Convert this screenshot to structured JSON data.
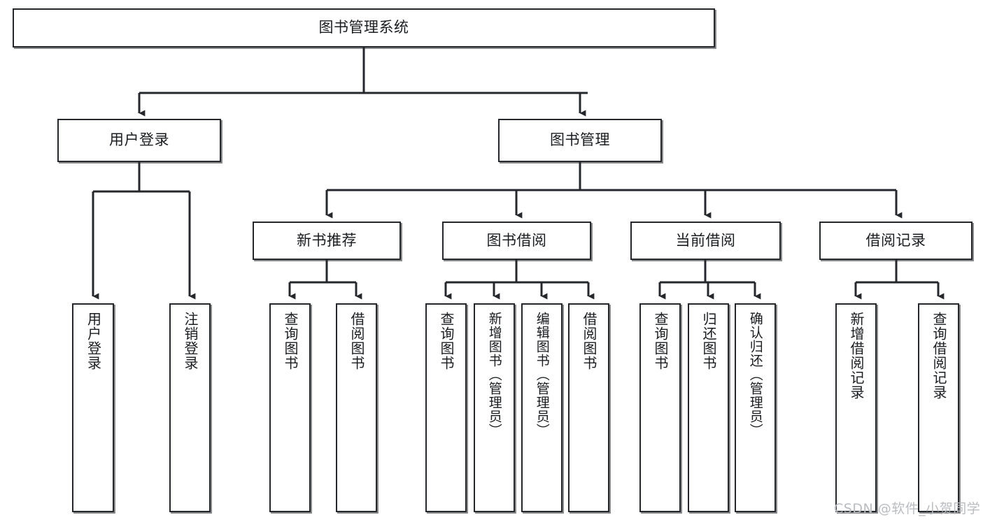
{
  "diagram": {
    "type": "tree-hierarchy-diagram",
    "title": "图书管理系统",
    "orientation": "top-down",
    "line_color": "#24282c",
    "box_fill": "#ffffff",
    "box_border": "#24282c",
    "watermark": "CSDN @软件_小贺同学",
    "levels": 4
  },
  "root": {
    "label": "图书管理系统"
  },
  "level2": {
    "user_login": {
      "label": "用户登录"
    },
    "book_manage": {
      "label": "图书管理"
    }
  },
  "level3": {
    "new_book_rec": {
      "label": "新书推荐"
    },
    "book_borrow": {
      "label": "图书借阅"
    },
    "current_borrow": {
      "label": "当前借阅"
    },
    "borrow_record": {
      "label": "借阅记录"
    }
  },
  "leaves": {
    "user_login": [
      {
        "label": "用户登录"
      },
      {
        "label": "注销登录"
      }
    ],
    "new_book_rec": [
      {
        "label": "查询图书"
      },
      {
        "label": "借阅图书"
      }
    ],
    "book_borrow": [
      {
        "label": "查询图书"
      },
      {
        "label": "新增图书（管理员）"
      },
      {
        "label": "编辑图书（管理员）"
      },
      {
        "label": "借阅图书"
      }
    ],
    "current_borrow": [
      {
        "label": "查询图书"
      },
      {
        "label": "归还图书"
      },
      {
        "label": "确认归还（管理员）"
      }
    ],
    "borrow_record": [
      {
        "label": "新增借阅记录"
      },
      {
        "label": "查询借阅记录"
      }
    ]
  }
}
